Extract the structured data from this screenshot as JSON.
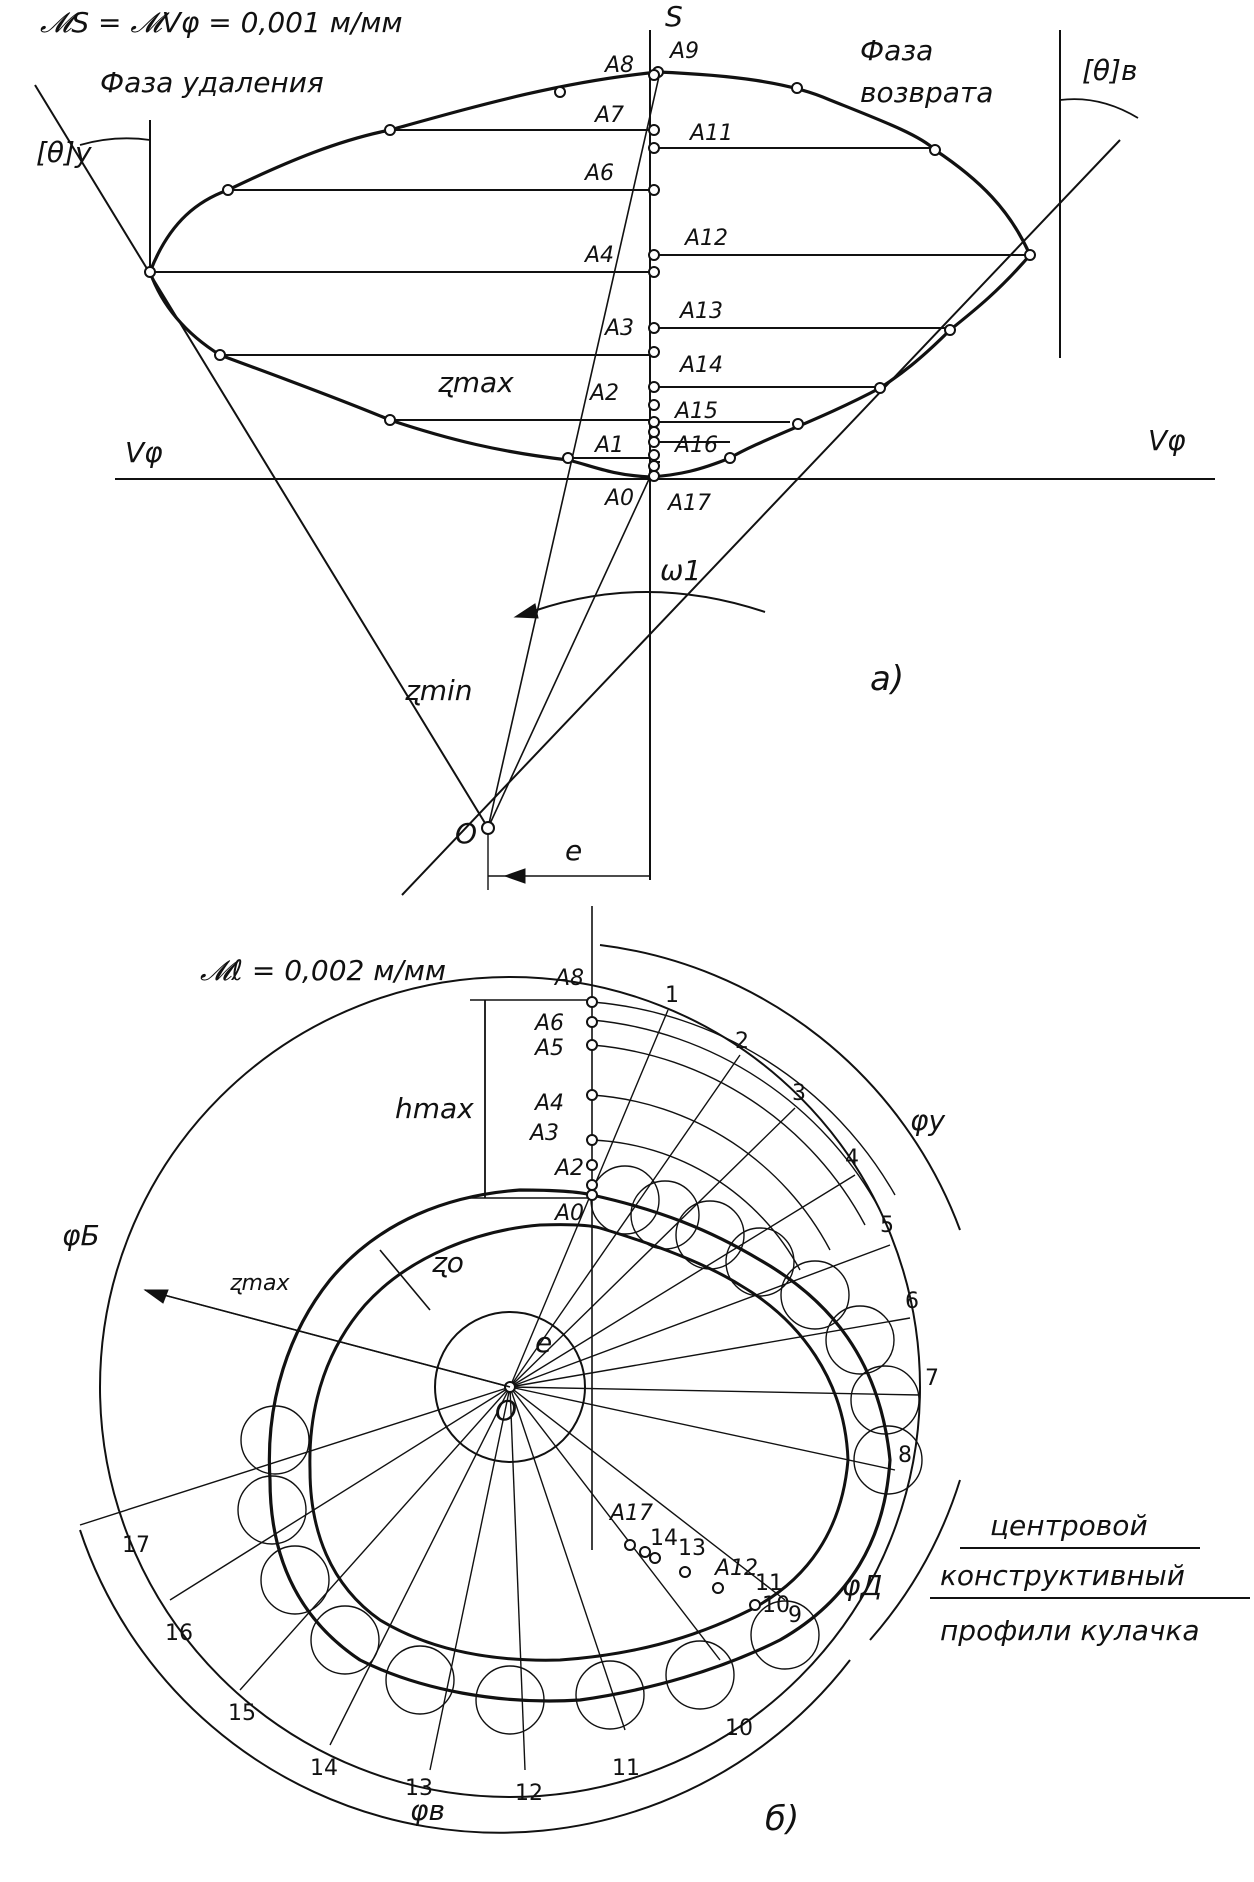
{
  "part_a": {
    "scale": "𝓜S = 𝓜Vφ = 0,001 м/мм",
    "axis_s": "S",
    "phase_removal": "Фаза удаления",
    "phase_return_1": "Фаза",
    "phase_return_2": "возврата",
    "theta_u": "[θ]у",
    "theta_v": "[θ]в",
    "v_phi_left": "Vφ",
    "v_phi_right": "Vφ",
    "r_max": "ʐmax",
    "r_min": "ʐmin",
    "omega": "ω1",
    "point_o": "O",
    "ecc": "e",
    "caption": "а)",
    "a_labels": [
      "A0",
      "A1",
      "A2",
      "A3",
      "A4",
      "A6",
      "A7",
      "A8",
      "A9",
      "A11",
      "A12",
      "A13",
      "A14",
      "A15",
      "A16",
      "A17"
    ]
  },
  "part_b": {
    "scale": "𝓜ℓ = 0,002 м/мм",
    "h_max": "hmax",
    "r_max": "ʐmax",
    "r0": "ʐo",
    "ecc": "e",
    "center_o": "O",
    "phi_u": "φу",
    "phi_b": "φБ",
    "phi_d": "φД",
    "phi_v": "φв",
    "caption": "б)",
    "legend_center": "центровой",
    "legend_constructive": "конструктивный",
    "legend_profiles": "профили кулачка",
    "a_labels": [
      "A8",
      "A6",
      "A5",
      "A4",
      "A3",
      "A2",
      "A0",
      "A17",
      "14",
      "13",
      "A12",
      "11"
    ],
    "ray_numbers": [
      "1",
      "2",
      "3",
      "4",
      "5",
      "6",
      "7",
      "8",
      "9",
      "10",
      "10",
      "11",
      "12",
      "13",
      "14",
      "15",
      "16",
      "17"
    ]
  }
}
